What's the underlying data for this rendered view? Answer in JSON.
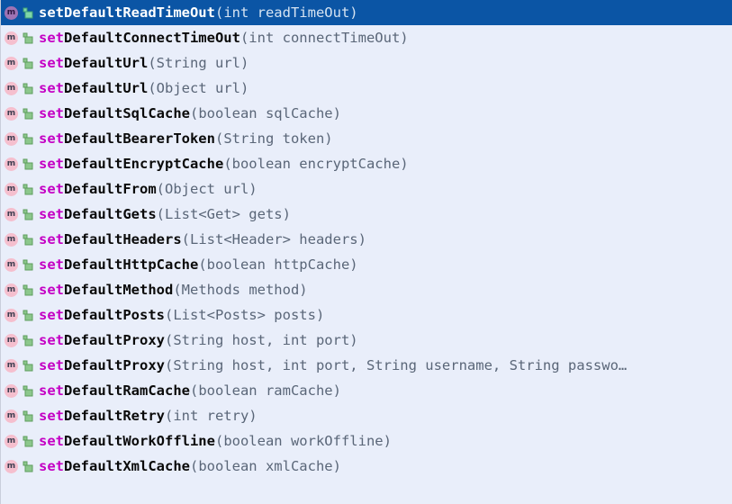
{
  "popup": {
    "kind": "code-completion-lookup",
    "colors": {
      "background": "#E9EEFA",
      "selected_background": "#0B55A5",
      "selected_text": "#FFFFFF",
      "prefix_match": "#C400C4",
      "member_name": "#0A0A0A",
      "parameters": "#5A6678",
      "border": "#C9CEDB",
      "method_icon": "#F5BFCE",
      "public_icon": "#62B562"
    },
    "matched_prefix": "set",
    "icons": {
      "method": "method-icon",
      "method_glyph": "m",
      "visibility": "public-visibility-icon"
    },
    "items": [
      {
        "prefix": "set",
        "name_rest": "DefaultReadTimeOut",
        "params": "(int readTimeOut)",
        "selected": true,
        "truncated": false
      },
      {
        "prefix": "set",
        "name_rest": "DefaultConnectTimeOut",
        "params": "(int connectTimeOut)",
        "selected": false,
        "truncated": false
      },
      {
        "prefix": "set",
        "name_rest": "DefaultUrl",
        "params": "(String url)",
        "selected": false,
        "truncated": false
      },
      {
        "prefix": "set",
        "name_rest": "DefaultUrl",
        "params": "(Object url)",
        "selected": false,
        "truncated": false
      },
      {
        "prefix": "set",
        "name_rest": "DefaultSqlCache",
        "params": "(boolean sqlCache)",
        "selected": false,
        "truncated": false
      },
      {
        "prefix": "set",
        "name_rest": "DefaultBearerToken",
        "params": "(String token)",
        "selected": false,
        "truncated": false
      },
      {
        "prefix": "set",
        "name_rest": "DefaultEncryptCache",
        "params": "(boolean encryptCache)",
        "selected": false,
        "truncated": false
      },
      {
        "prefix": "set",
        "name_rest": "DefaultFrom",
        "params": "(Object url)",
        "selected": false,
        "truncated": false
      },
      {
        "prefix": "set",
        "name_rest": "DefaultGets",
        "params": "(List<Get> gets)",
        "selected": false,
        "truncated": false
      },
      {
        "prefix": "set",
        "name_rest": "DefaultHeaders",
        "params": "(List<Header> headers)",
        "selected": false,
        "truncated": false
      },
      {
        "prefix": "set",
        "name_rest": "DefaultHttpCache",
        "params": "(boolean httpCache)",
        "selected": false,
        "truncated": false
      },
      {
        "prefix": "set",
        "name_rest": "DefaultMethod",
        "params": "(Methods method)",
        "selected": false,
        "truncated": false
      },
      {
        "prefix": "set",
        "name_rest": "DefaultPosts",
        "params": "(List<Posts> posts)",
        "selected": false,
        "truncated": false
      },
      {
        "prefix": "set",
        "name_rest": "DefaultProxy",
        "params": "(String host, int port)",
        "selected": false,
        "truncated": false
      },
      {
        "prefix": "set",
        "name_rest": "DefaultProxy",
        "params": "(String host, int port, String username, String passwo…",
        "selected": false,
        "truncated": true
      },
      {
        "prefix": "set",
        "name_rest": "DefaultRamCache",
        "params": "(boolean ramCache)",
        "selected": false,
        "truncated": false
      },
      {
        "prefix": "set",
        "name_rest": "DefaultRetry",
        "params": "(int retry)",
        "selected": false,
        "truncated": false
      },
      {
        "prefix": "set",
        "name_rest": "DefaultWorkOffline",
        "params": "(boolean workOffline)",
        "selected": false,
        "truncated": false
      },
      {
        "prefix": "set",
        "name_rest": "DefaultXmlCache",
        "params": "(boolean xmlCache)",
        "selected": false,
        "truncated": false
      }
    ]
  }
}
